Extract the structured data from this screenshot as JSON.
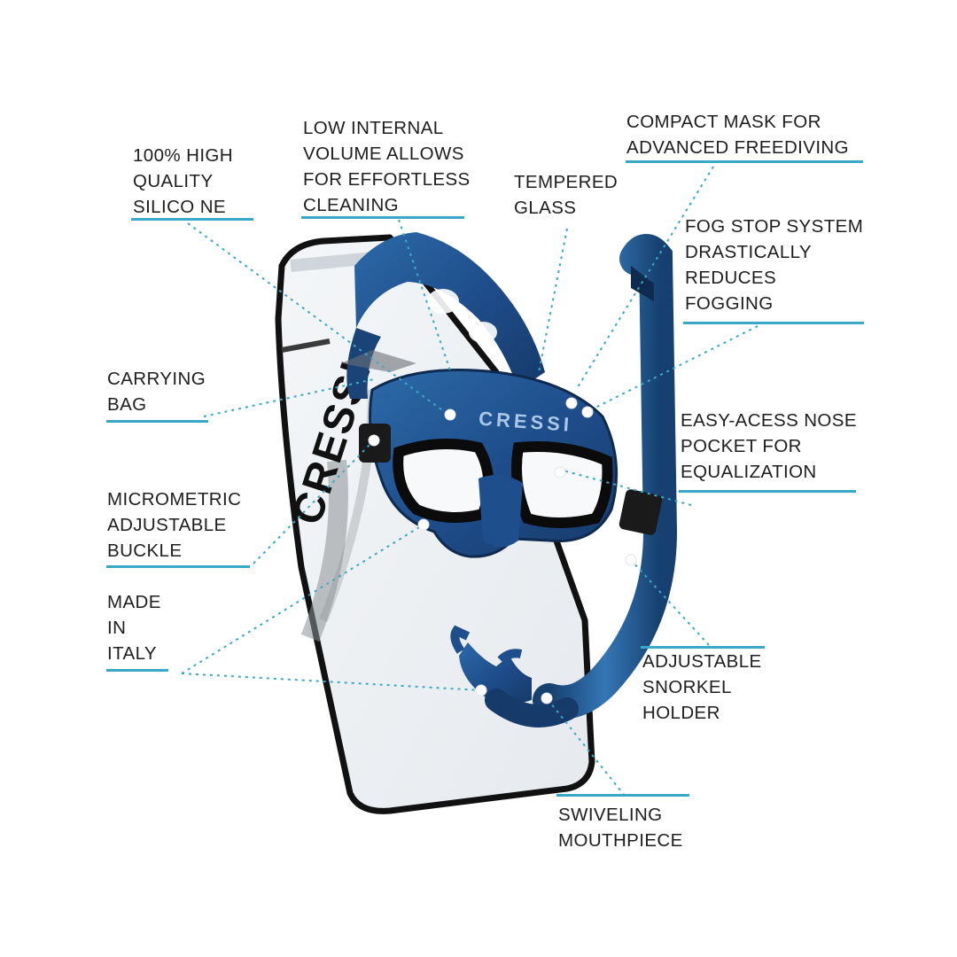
{
  "brand": {
    "mask_logo": "CRESSI",
    "bag_logo": "CRESSI"
  },
  "colors": {
    "accent_line": "#3aa9c7",
    "mask_blue": "#1f4e8c",
    "text": "#1e1e1e"
  },
  "callouts": {
    "silicone": [
      "100% HIGH",
      "QUALITY",
      "SILICO  NE"
    ],
    "low_volume": [
      "LOW INTERNAL",
      "VOLUME ALLOWS",
      "FOR EFFORTLESS",
      "CLEANING"
    ],
    "tempered_glass": [
      "TEMPERED",
      "GLASS"
    ],
    "compact_mask": [
      "COMPACT MASK FOR",
      "ADVANCED FREEDIVING"
    ],
    "fog_stop": [
      "FOG STOP SYSTEM",
      "DRASTICALLY",
      "REDUCES",
      "FOGGING"
    ],
    "carrying_bag": [
      "CARRYING",
      "BAG"
    ],
    "nose_pocket": [
      "EASY-ACESS NOSE",
      "POCKET FOR",
      "EQUALIZATION"
    ],
    "buckle": [
      "MICROMETRIC",
      "ADJUSTABLE",
      "BUCKLE"
    ],
    "made_in_italy": [
      "MADE",
      "IN",
      "ITALY"
    ],
    "snorkel_holder": [
      "ADJUSTABLE",
      "SNORKEL",
      "HOLDER"
    ],
    "mouthpiece": [
      "SWIVELING",
      "MOUTHPIECE"
    ]
  }
}
